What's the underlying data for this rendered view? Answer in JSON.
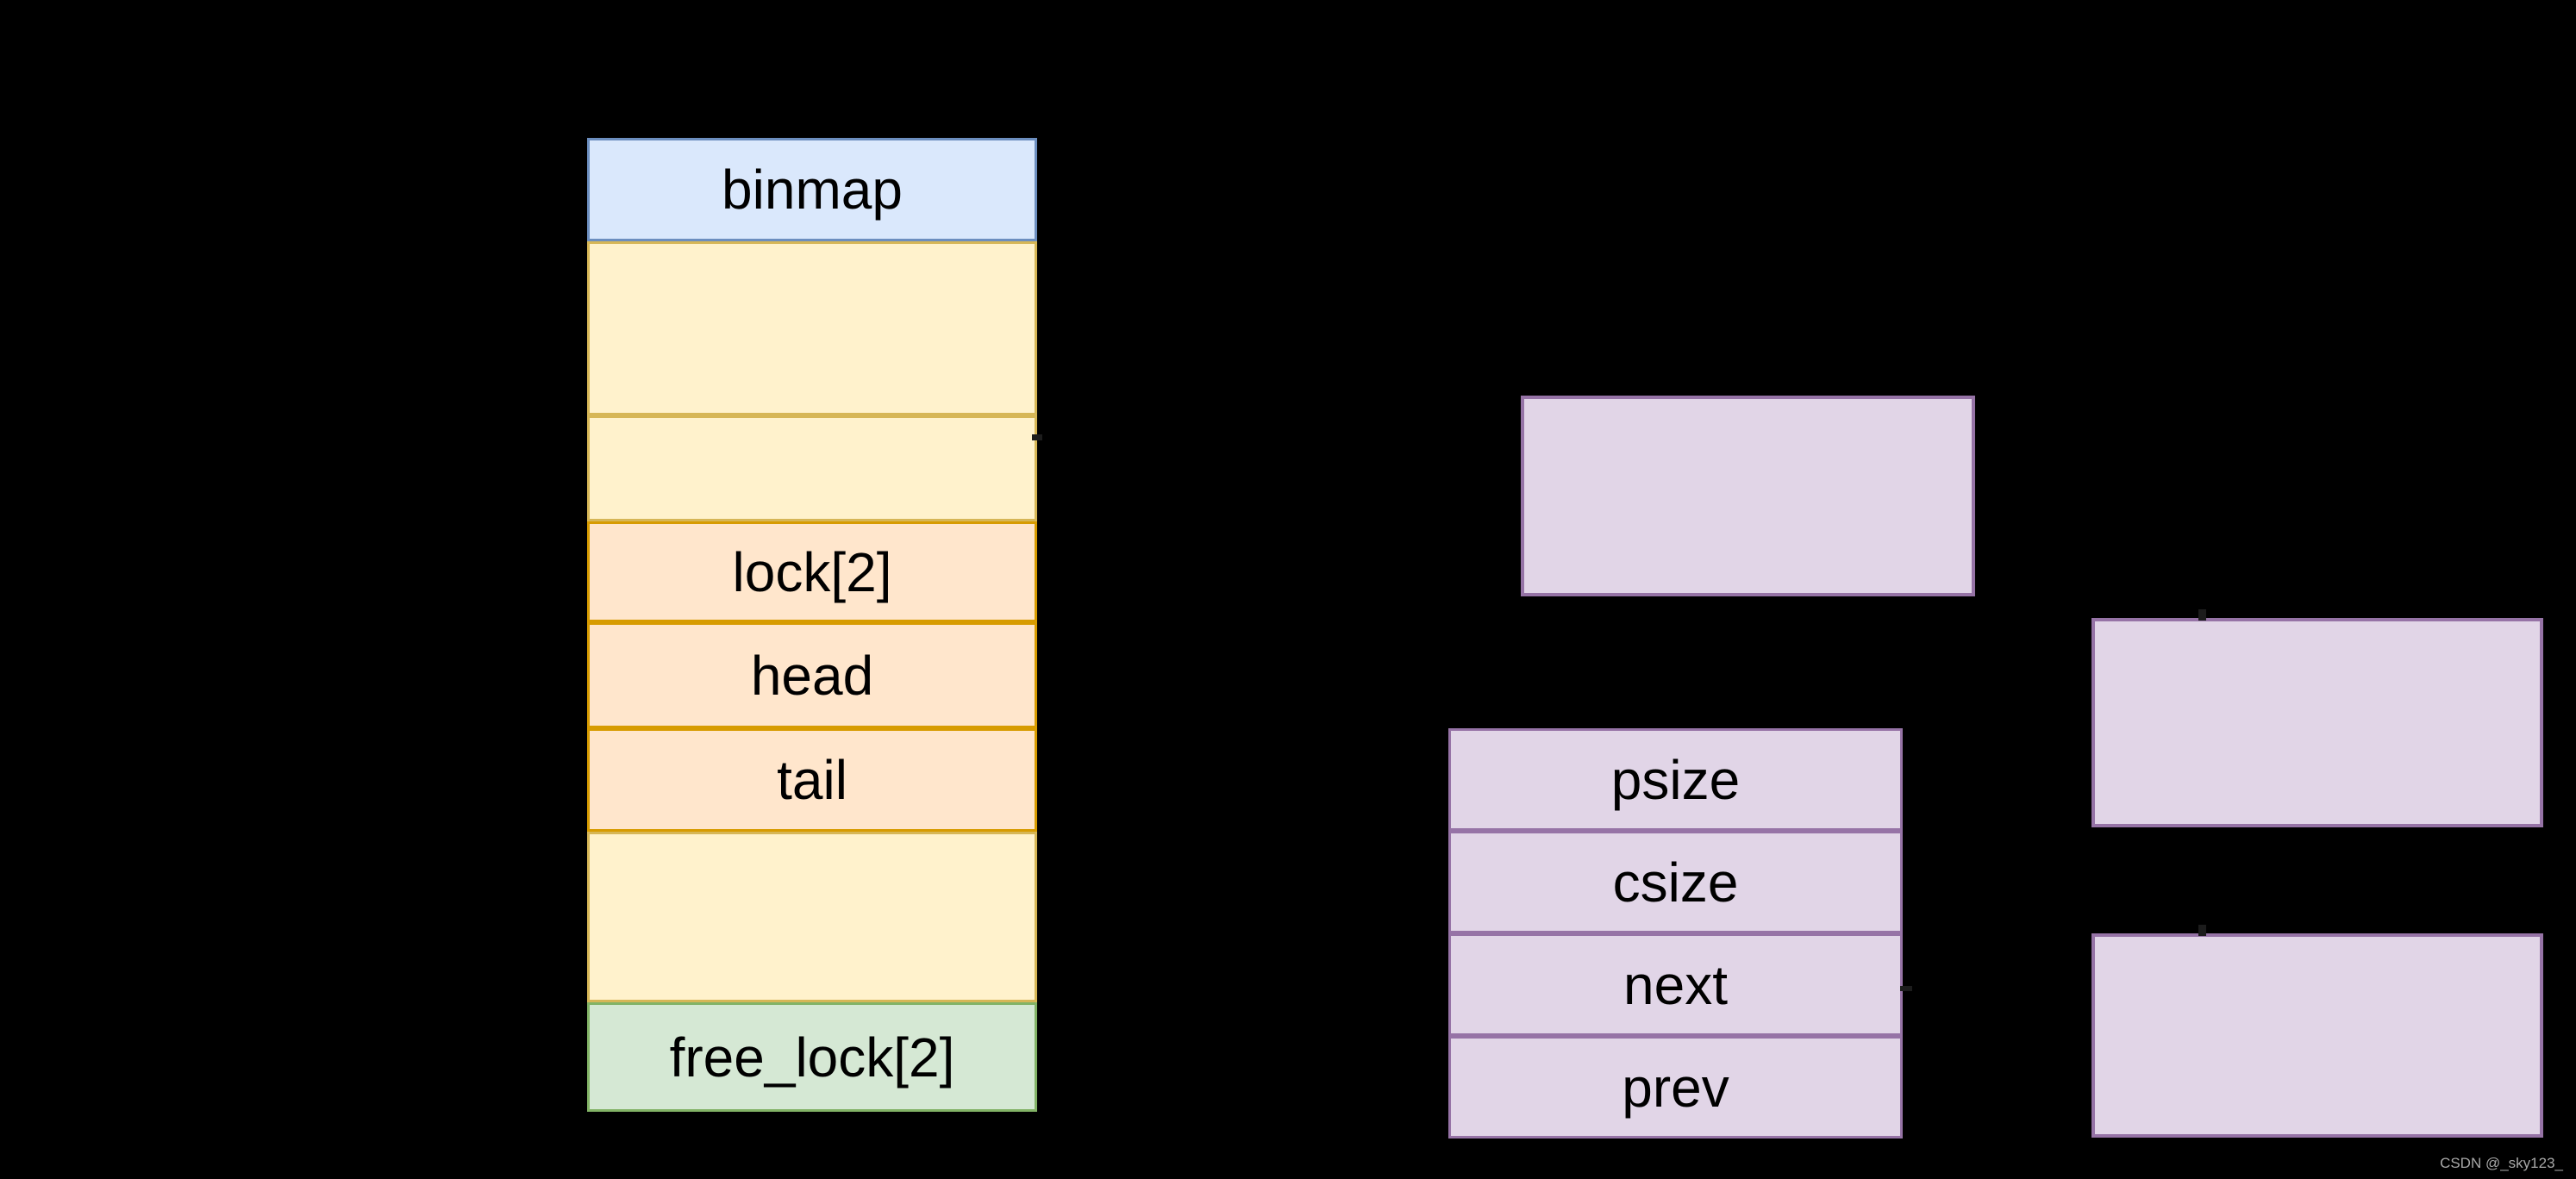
{
  "diagram_title": "",
  "mal_struct_table": {
    "rows": [
      {
        "label": "binmap",
        "color": "blue"
      },
      {
        "label": "",
        "color": "yellow"
      },
      {
        "label": "",
        "color": "yellow"
      },
      {
        "label": "lock[2]",
        "color": "orange"
      },
      {
        "label": "head",
        "color": "orange"
      },
      {
        "label": "tail",
        "color": "orange"
      },
      {
        "label": "",
        "color": "yellow"
      },
      {
        "label": "free_lock[2]",
        "color": "green"
      }
    ]
  },
  "chunk_struct_table": {
    "rows": [
      {
        "label": "psize"
      },
      {
        "label": "csize"
      },
      {
        "label": "next"
      },
      {
        "label": "prev"
      }
    ]
  },
  "chunk_boxes": [
    {
      "label": ""
    },
    {
      "label": ""
    },
    {
      "label": ""
    }
  ],
  "watermark": {
    "text": "CSDN @_sky123_",
    "color": "#a8a8a8"
  },
  "colors": {
    "background": "#000000",
    "blue_fill": "#dae8fc",
    "blue_stroke": "#6c8ebf",
    "yellow_fill": "#fff2cc",
    "yellow_stroke": "#d6b656",
    "orange_fill": "#ffe6cc",
    "orange_stroke": "#d79b00",
    "green_fill": "#d5e8d4",
    "green_stroke": "#82b366",
    "purple_fill": "#e1d5e7",
    "purple_stroke": "#9673a6",
    "text": "#000000"
  }
}
